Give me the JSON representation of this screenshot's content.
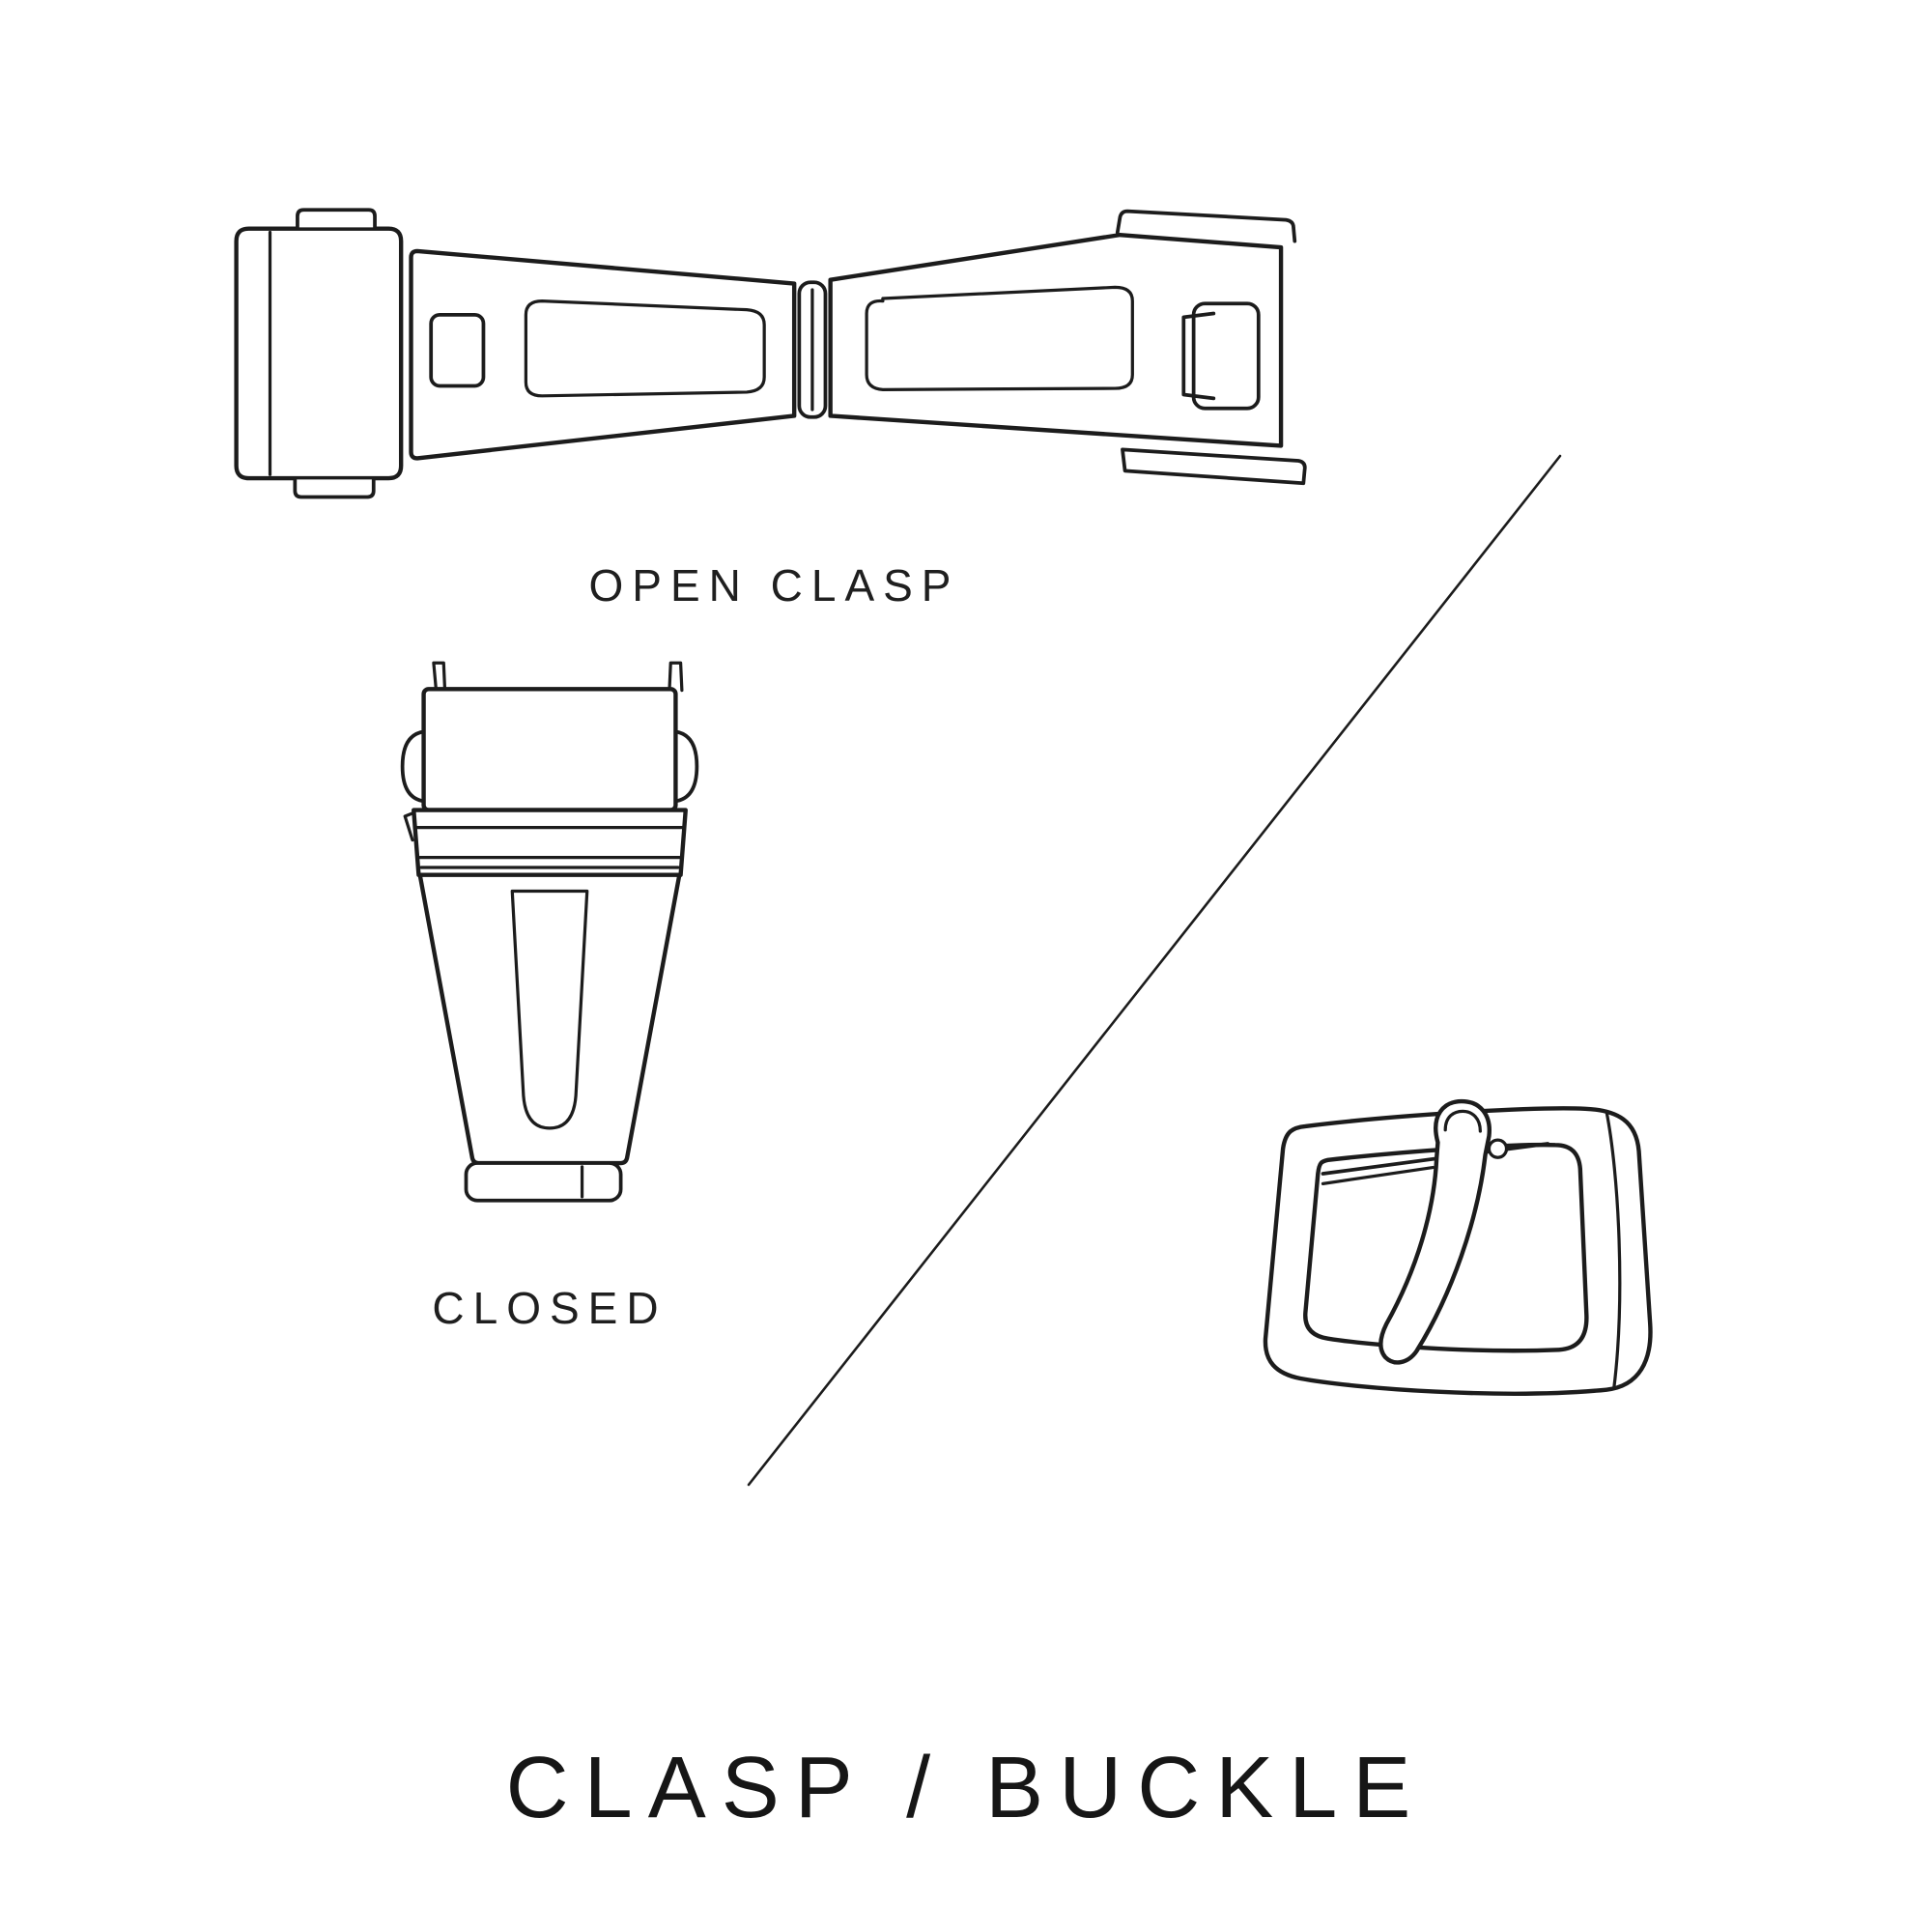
{
  "page": {
    "background_color": "#ffffff",
    "ink_color": "#1c1c1c",
    "kind": "line-art-diagram"
  },
  "figures": {
    "open_clasp": {
      "label": "OPEN CLASP",
      "illustration": "open-deployant-clasp-line-drawing"
    },
    "closed_clasp": {
      "label": "CLOSED",
      "illustration": "closed-deployant-clasp-line-drawing"
    },
    "buckle": {
      "illustration": "tang-buckle-line-drawing"
    }
  },
  "divider": {
    "type": "diagonal-line"
  },
  "title": {
    "text": "CLASP / BUCKLE"
  }
}
